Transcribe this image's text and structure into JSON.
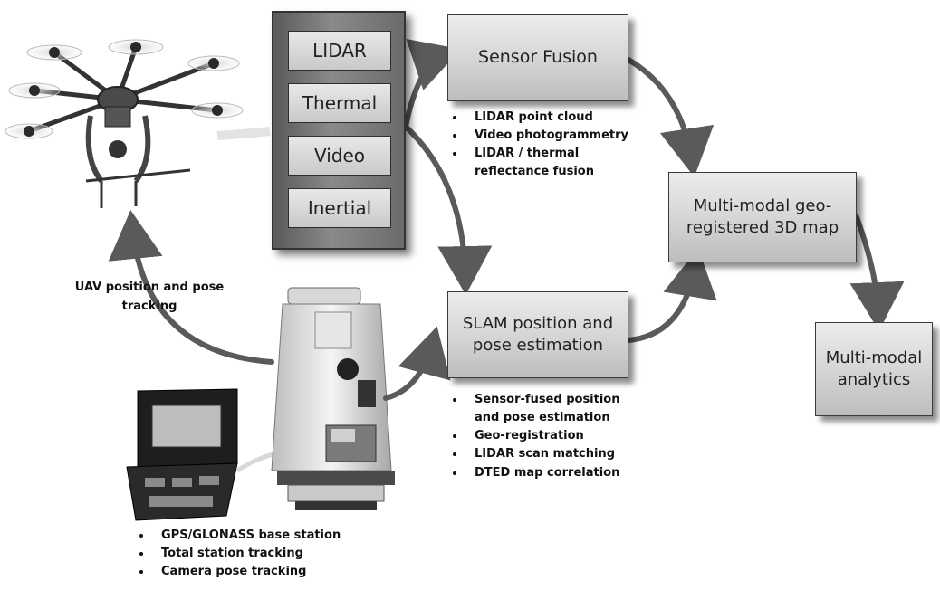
{
  "sensors": [
    "LIDAR",
    "Thermal",
    "Video",
    "Inertial"
  ],
  "boxes": {
    "sensor_fusion": "Sensor Fusion",
    "slam": "SLAM position and\npose estimation",
    "geo_map": "Multi-modal geo-\nregistered 3D map",
    "analytics": "Multi-modal\nanalytics"
  },
  "lists": {
    "fusion": [
      "LIDAR point cloud",
      "Video photogrammetry",
      "LIDAR / thermal\nreflectance fusion"
    ],
    "slam": [
      "Sensor-fused position\nand pose estimation",
      "Geo-registration",
      "LIDAR scan matching",
      "DTED map correlation"
    ],
    "base_station": [
      "GPS/GLONASS base station",
      "Total station tracking",
      "Camera pose tracking"
    ]
  },
  "tracking_label": "UAV position and pose\ntracking",
  "colors": {
    "arrow": "#5a5a5a",
    "box_border": "#3a3a3a",
    "panel": "#7a7a7a"
  },
  "illustrations": [
    "uav-drone",
    "total-station-instrument",
    "control-case"
  ]
}
